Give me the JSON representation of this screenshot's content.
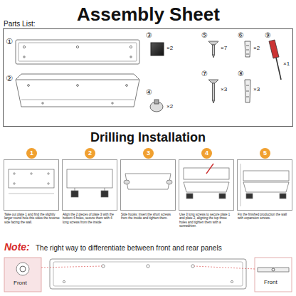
{
  "diagram": {
    "title": "Assembly Sheet",
    "caption": "Drilling Installation",
    "nodes": [
      {
        "text": [
          "Parts List:"
        ]
      },
      {
        "text": [
          "1",
          "Take out plate 1 and find the slightly larger round hole.this sides the reverse side facing the wall."
        ]
      },
      {
        "text": [
          "2",
          "Align the 2 pieces of plate 3 with the bottom 4 holes, secure them with 4 long screws from the inside"
        ]
      },
      {
        "text": [
          "3",
          "Side hooks: Insert the short screws from the inside and tighten them."
        ]
      },
      {
        "text": [
          "4",
          "Use 3 long screws to secure plate 1 and plate 2, aligning the top three holes and tighten them with a screwdriver."
        ]
      },
      {
        "text": [
          "5",
          "Fix the finished production the wall with expansion screws."
        ]
      }
    ],
    "labels": [
      "①",
      "②",
      "③",
      "×2",
      "④",
      "×2",
      "⑤",
      "×7",
      "⑥",
      "×2",
      "⑨",
      "×1",
      "⑦",
      "×3",
      "⑧",
      "×3",
      "Note:",
      "The right way to differentiate between front and rear panels",
      "Front",
      "Front"
    ]
  }
}
